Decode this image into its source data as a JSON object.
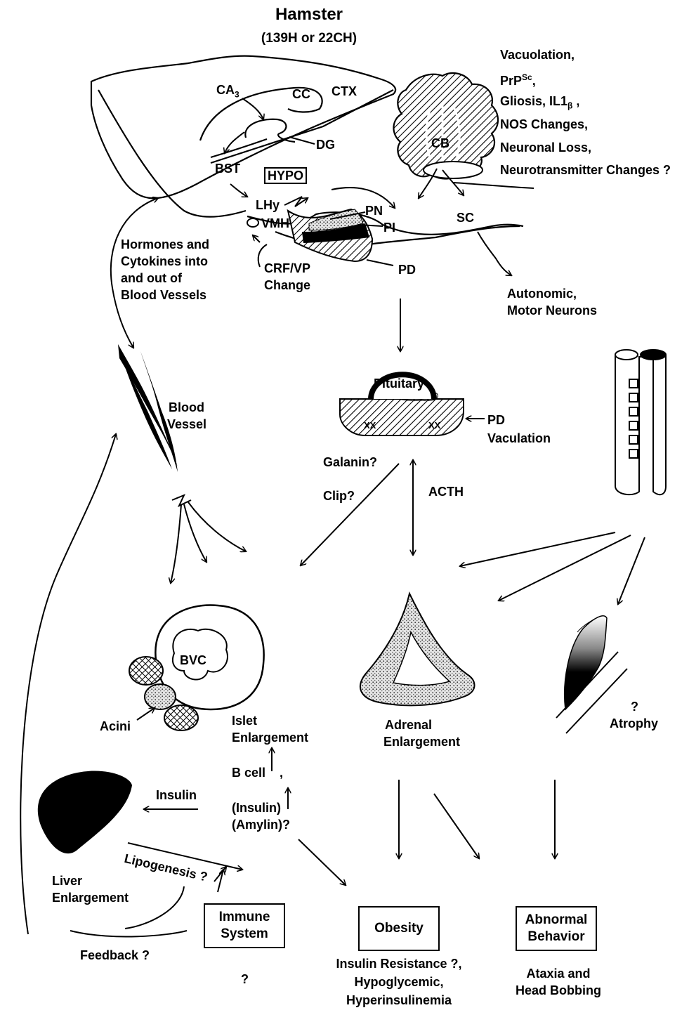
{
  "title": "Hamster",
  "subtitle": "(139H or 22CH)",
  "brain": {
    "ca3": "CA",
    "ca3_sub": "3",
    "cc": "CC",
    "ctx": "CTX",
    "dg": "DG",
    "bst": "BST",
    "hypo": "HYPO",
    "lhy": "LHy",
    "vmh": "VMH",
    "pn": "PN",
    "pi": "PI",
    "pd": "PD",
    "cb": "CB",
    "sc": "SC",
    "crf_vp": [
      "CRF/VP",
      "Change"
    ]
  },
  "cerebellum_effects": {
    "vacuolation": "Vacuolation,",
    "prp": "PrP",
    "prp_sup": "Sc",
    "prp_tail": ",",
    "gliosis": "Gliosis, IL1",
    "gliosis_sub": "β",
    "gliosis_tail": " ,",
    "nos": "NOS Changes,",
    "neuronal_loss": "Neuronal Loss,",
    "neurotransmitter": "Neurotransmitter Changes ?"
  },
  "hormones_text": [
    "Hormones and",
    "Cytokines into",
    "and out of",
    "Blood Vessels"
  ],
  "autonomic": [
    "Autonomic,",
    "Motor Neurons"
  ],
  "blood_vessel": [
    "Blood",
    "Vessel"
  ],
  "pituitary": {
    "label": "Pituitary",
    "pd": "PD",
    "vaculation": "Vaculation",
    "xx_left": "XX",
    "xx_right": "XX"
  },
  "galanin": "Galanin?",
  "clip": "Clip?",
  "acth": "ACTH",
  "islet": {
    "bvc": "BVC",
    "acini": "Acini",
    "enlargement": [
      "Islet",
      "Enlargement"
    ],
    "b_cell": "B cell",
    "b_cell_tail": ",",
    "insulin_amylin": [
      "(Insulin)",
      "(Amylin)?"
    ]
  },
  "adrenal": [
    "Adrenal",
    "Enlargement"
  ],
  "atrophy": [
    "?",
    "Atrophy"
  ],
  "liver": {
    "insulin": "Insulin",
    "lipogenesis": "Lipogenesis ?",
    "enlargement": [
      "Liver",
      "Enlargement"
    ],
    "feedback": "Feedback ?"
  },
  "outcomes": {
    "immune": [
      "Immune",
      "System"
    ],
    "immune_q": "?",
    "obesity": "Obesity",
    "obesity_notes": [
      "Insulin Resistance ?,",
      "Hypoglycemic,",
      "Hyperinsulinemia"
    ],
    "abnormal": [
      "Abnormal",
      "Behavior"
    ],
    "abnormal_notes": [
      "Ataxia and",
      "Head Bobbing"
    ]
  }
}
